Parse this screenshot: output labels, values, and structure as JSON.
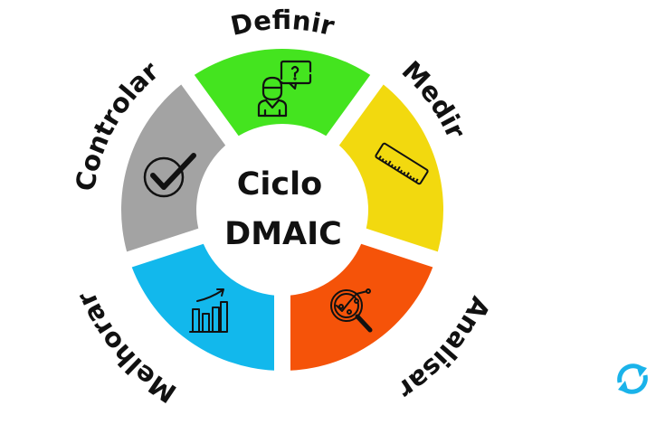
{
  "diagram": {
    "title_line1": "Ciclo",
    "title_line2": "DMAIC",
    "phases": [
      {
        "label": "Definir",
        "color": "#44e41f",
        "icon": "person-question-icon"
      },
      {
        "label": "Medir",
        "color": "#f2d90f",
        "icon": "ruler-icon"
      },
      {
        "label": "Analisar",
        "color": "#f55309",
        "icon": "magnifier-chart-icon"
      },
      {
        "label": "Melhorar",
        "color": "#12b8ec",
        "icon": "bar-chart-growth-icon"
      },
      {
        "label": "Controlar",
        "color": "#a3a3a3",
        "icon": "check-circle-icon"
      }
    ]
  },
  "corner_widget": {
    "icon": "refresh-icon",
    "color": "#1ab3ea"
  }
}
